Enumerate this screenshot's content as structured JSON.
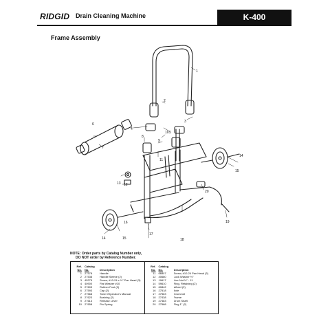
{
  "header": {
    "brand": "RIDGID",
    "subtitle": "Drain Cleaning Machine",
    "model": "K-400"
  },
  "section_title": "Frame Assembly",
  "callouts": [
    "1",
    "2",
    "3",
    "4",
    "5",
    "6",
    "7",
    "8",
    "9",
    "10",
    "11",
    "12",
    "13",
    "14",
    "14",
    "15",
    "15",
    "16",
    "17",
    "18",
    "19",
    "20"
  ],
  "note": {
    "line1": "NOTE: Order parts by Catalog Number only,",
    "line2": "DO NOT order by Reference Number."
  },
  "table": {
    "headers": {
      "ref_top": "Ref.",
      "ref_bottom": "No.",
      "catalog_top": "Catalog",
      "catalog_bottom": "No.",
      "description": "Description"
    },
    "left": [
      {
        "ref": "1",
        "catalog": "27578",
        "desc": "Handle"
      },
      {
        "ref": "2",
        "catalog": "27538",
        "desc": "Handle Sleeve (2)"
      },
      {
        "ref": "3",
        "catalog": "45275",
        "desc": "Screw, #10-24 x ½\" Pan Head (3)"
      },
      {
        "ref": "4",
        "catalog": "40900",
        "desc": "Flat Washer #10"
      },
      {
        "ref": "5",
        "catalog": "27603",
        "desc": "Rubber Foot (2)"
      },
      {
        "ref": "6",
        "catalog": "27593",
        "desc": "Cap (2)"
      },
      {
        "ref": "7",
        "catalog": "27568",
        "desc": "Tube f/Operator's Manual"
      },
      {
        "ref": "8",
        "catalog": "27623",
        "desc": "Bushing (2)"
      },
      {
        "ref": "9",
        "catalog": "27613",
        "desc": "Release Lever"
      },
      {
        "ref": "10",
        "catalog": "27658",
        "desc": "Pin Spring"
      }
    ],
    "right": [
      {
        "ref": "11",
        "catalog": "66807",
        "desc": "Screw, #10-24 Pan Head (3)"
      },
      {
        "ref": "12",
        "catalog": "40680",
        "desc": "Lock Washer ½\""
      },
      {
        "ref": "13",
        "catalog": "19617",
        "desc": "Hex Nut ½\" - 11"
      },
      {
        "ref": "14",
        "catalog": "59610",
        "desc": "Ring, Retaining (2)"
      },
      {
        "ref": "15",
        "catalog": "60842",
        "desc": "Wheel (2)"
      },
      {
        "ref": "16",
        "catalog": "27518",
        "desc": "Axle"
      },
      {
        "ref": "17",
        "catalog": "27563",
        "desc": "Grommet"
      },
      {
        "ref": "18",
        "catalog": "27438",
        "desc": "Frame"
      },
      {
        "ref": "19",
        "catalog": "27483",
        "desc": "Drum Shaft"
      },
      {
        "ref": "20",
        "catalog": "27588",
        "desc": "Plug 1\" (2)"
      }
    ]
  }
}
